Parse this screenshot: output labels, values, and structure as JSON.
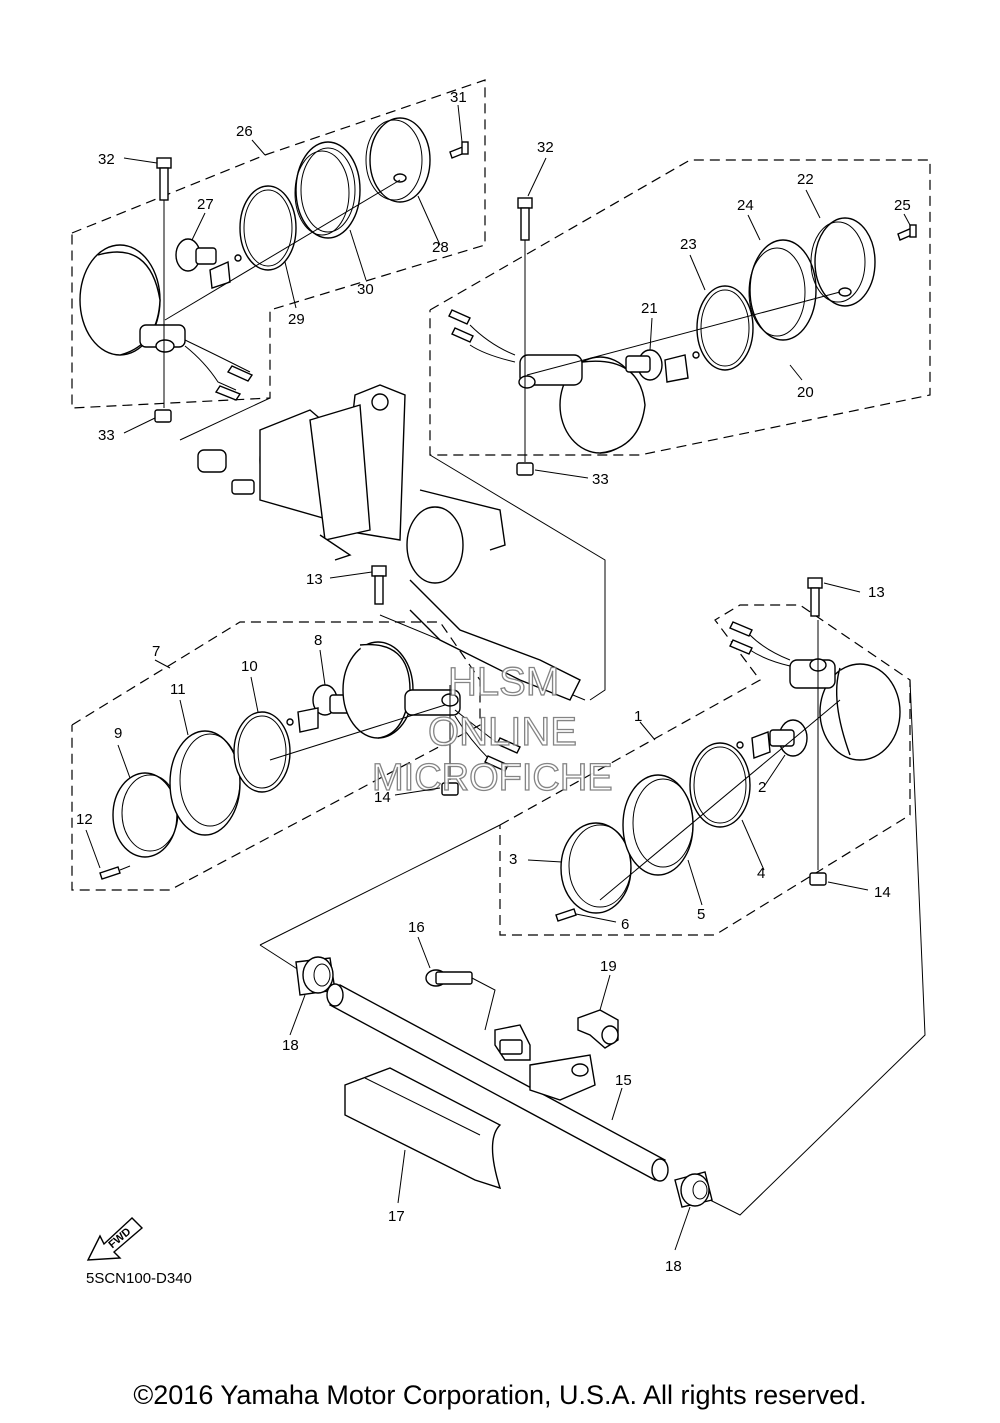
{
  "callouts": {
    "c1": "1",
    "c2": "2",
    "c3": "3",
    "c4": "4",
    "c5": "5",
    "c6": "6",
    "c7": "7",
    "c8": "8",
    "c9": "9",
    "c10": "10",
    "c11": "11",
    "c12": "12",
    "c13a": "13",
    "c13b": "13",
    "c14a": "14",
    "c14b": "14",
    "c15": "15",
    "c16": "16",
    "c17": "17",
    "c18a": "18",
    "c18b": "18",
    "c19": "19",
    "c20": "20",
    "c21": "21",
    "c22": "22",
    "c23": "23",
    "c24": "24",
    "c25": "25",
    "c26": "26",
    "c27": "27",
    "c28": "28",
    "c29": "29",
    "c30": "30",
    "c31": "31",
    "c32a": "32",
    "c32b": "32",
    "c33a": "33",
    "c33b": "33"
  },
  "fwd_label": "FWD",
  "diagram_code": "5SCN100-D340",
  "watermark": {
    "line1": "HLSM",
    "line2": "ONLINE",
    "line3": "MICROFICHE"
  },
  "copyright": "©2016 Yamaha Motor Corporation, U.S.A. All rights reserved."
}
